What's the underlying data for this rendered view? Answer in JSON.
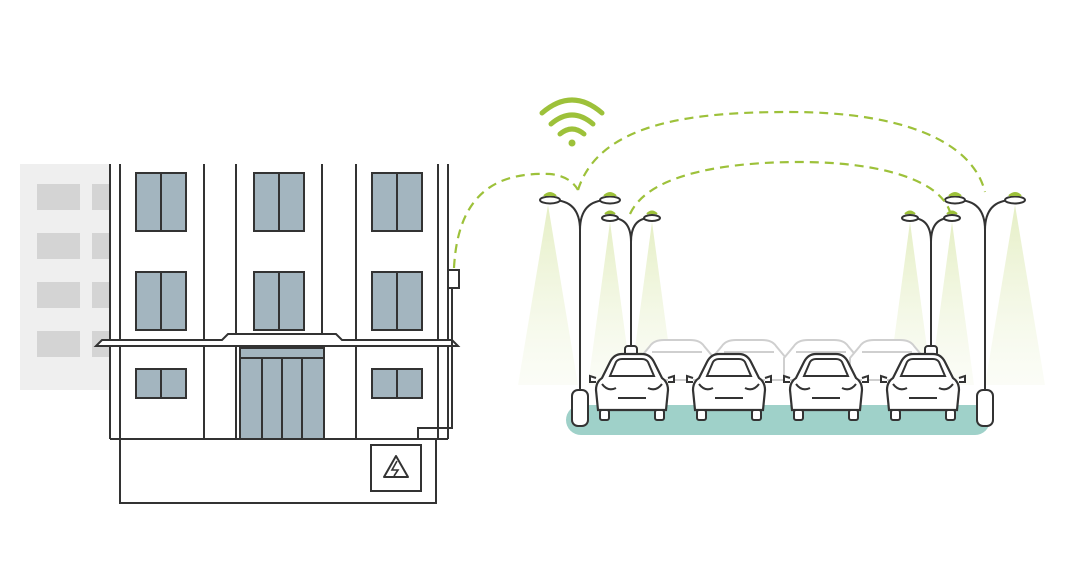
{
  "colors": {
    "background": "#ffffff",
    "stroke": "#333333",
    "glass": "#a3b5bf",
    "faded_building": "#efefef",
    "faded_window": "#d4d4d4",
    "accent_green": "#9dc13a",
    "light_beam": "#eef4d8",
    "parking_teal": "#9fd1c9",
    "faded_car": "#cfcfcf"
  },
  "icons": {
    "wifi": "wifi-icon",
    "electrical_box": "high-voltage-icon",
    "street_lamp": "street-lamp-icon",
    "car": "car-icon"
  },
  "scene": {
    "front_cars": 4,
    "back_cars": 4,
    "street_lamps": 4
  }
}
